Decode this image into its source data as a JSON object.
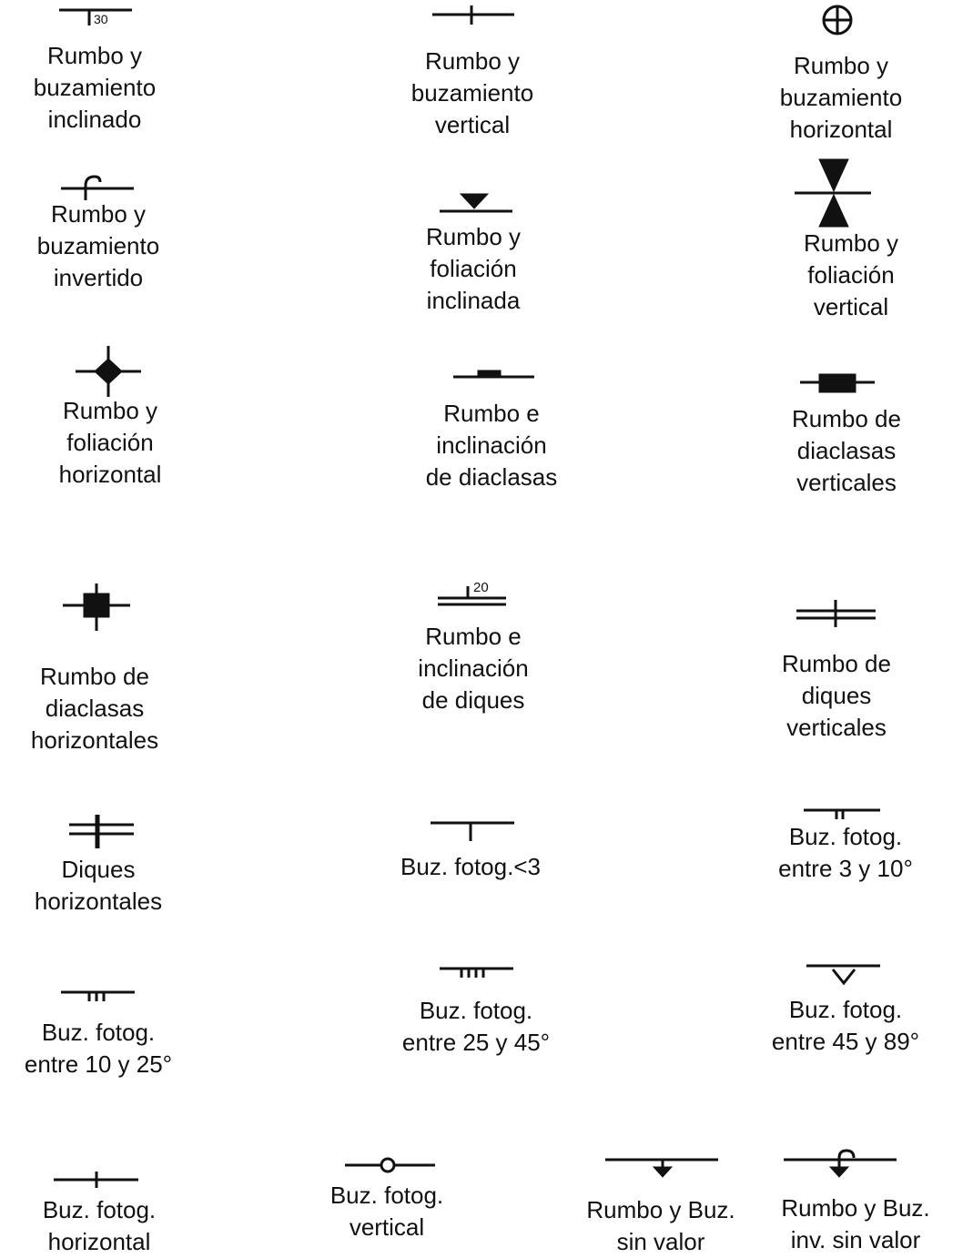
{
  "items": [
    {
      "symbol": "strike-dip-inclined-symbol",
      "dip_value": "30",
      "label": "Rumbo y\nbuzamiento\ninclinado"
    },
    {
      "symbol": "strike-dip-vertical-symbol",
      "label": "Rumbo y\nbuzamiento\nvertical"
    },
    {
      "symbol": "strike-dip-horizontal-symbol",
      "label": "Rumbo y\nbuzamiento\nhorizontal"
    },
    {
      "symbol": "strike-dip-overturned-symbol",
      "label": "Rumbo y\nbuzamiento\ninvertido"
    },
    {
      "symbol": "foliation-inclined-symbol",
      "label": "Rumbo y\nfoliación\ninclinada"
    },
    {
      "symbol": "foliation-vertical-symbol",
      "label": "Rumbo y\nfoliación\nvertical"
    },
    {
      "symbol": "foliation-horizontal-symbol",
      "label": "Rumbo y\nfoliación\nhorizontal"
    },
    {
      "symbol": "joint-inclined-symbol",
      "label": "Rumbo e\ninclinación\nde diaclasas"
    },
    {
      "symbol": "joint-vertical-symbol",
      "label": "Rumbo de\ndiaclasas\nverticales"
    },
    {
      "symbol": "joint-horizontal-symbol",
      "label": "Rumbo de\ndiaclasas\nhorizontales"
    },
    {
      "symbol": "dike-inclined-symbol",
      "dip_value": "20",
      "label": "Rumbo e\ninclinación\nde diques"
    },
    {
      "symbol": "dike-vertical-symbol",
      "label": "Rumbo de\ndiques\nverticales"
    },
    {
      "symbol": "dike-horizontal-symbol",
      "label": "Diques\nhorizontales"
    },
    {
      "symbol": "photo-dip-lt3-symbol",
      "label": "Buz. fotog.<3"
    },
    {
      "symbol": "photo-dip-3-10-symbol",
      "label": "Buz. fotog.\nentre 3 y 10°"
    },
    {
      "symbol": "photo-dip-10-25-symbol",
      "label": "Buz. fotog.\nentre 10 y 25°"
    },
    {
      "symbol": "photo-dip-25-45-symbol",
      "label": "Buz. fotog.\nentre 25 y 45°"
    },
    {
      "symbol": "photo-dip-45-89-symbol",
      "label": "Buz. fotog.\nentre 45 y 89°"
    },
    {
      "symbol": "photo-dip-horizontal-symbol",
      "label": "Buz. fotog.\nhorizontal"
    },
    {
      "symbol": "photo-dip-vertical-symbol",
      "label": "Buz. fotog.\nvertical"
    },
    {
      "symbol": "strike-dip-no-value-symbol",
      "label": "Rumbo y Buz.\nsin valor"
    },
    {
      "symbol": "strike-dip-overturned-no-value-symbol",
      "label": "Rumbo y Buz.\ninv. sin valor"
    }
  ]
}
